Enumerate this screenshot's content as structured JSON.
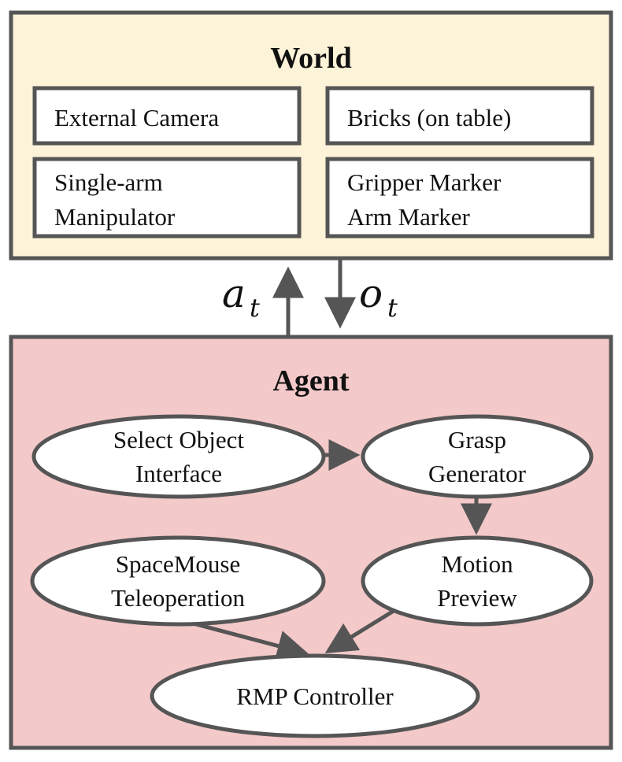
{
  "colors": {
    "world_fill": "#fdf3d8",
    "agent_fill": "#f4c9c9",
    "stroke": "#555555",
    "node_fill": "#ffffff"
  },
  "world": {
    "title": "World",
    "boxes": [
      {
        "lines": [
          "External Camera"
        ]
      },
      {
        "lines": [
          "Bricks (on table)"
        ]
      },
      {
        "lines": [
          "Single-arm",
          "Manipulator"
        ]
      },
      {
        "lines": [
          "Gripper Marker",
          "Arm Marker"
        ]
      }
    ]
  },
  "signals": {
    "action": {
      "base": "a",
      "sub": "t"
    },
    "observation": {
      "base": "o",
      "sub": "t"
    }
  },
  "agent": {
    "title": "Agent",
    "nodes": [
      {
        "lines": [
          "Select Object",
          "Interface"
        ]
      },
      {
        "lines": [
          "Grasp",
          "Generator"
        ]
      },
      {
        "lines": [
          "SpaceMouse",
          "Teleoperation"
        ]
      },
      {
        "lines": [
          "Motion",
          "Preview"
        ]
      },
      {
        "lines": [
          "RMP Controller"
        ]
      }
    ]
  }
}
